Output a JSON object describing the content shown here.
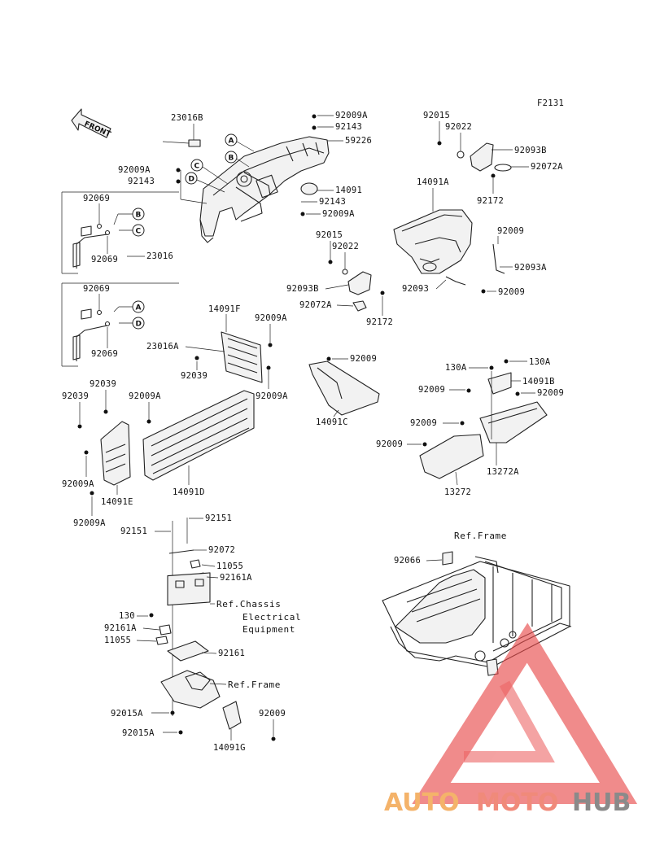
{
  "figure_code": "F2131",
  "front_label": "FRONT",
  "labels": {
    "p23016B": "23016B",
    "p92009A_t": "92009A",
    "p92143_t": "92143",
    "p59226": "59226",
    "p14091": "14091",
    "p92143_m": "92143",
    "p92009A_m": "92009A",
    "p92009A_l": "92009A",
    "p92143_l": "92143",
    "p92069_a1": "92069",
    "p92069_a2": "92069",
    "p23016": "23016",
    "p92069_b1": "92069",
    "p92069_b2": "92069",
    "p92015_r": "92015",
    "p92022_r": "92022",
    "p92093B_r": "92093B",
    "p92072A_r": "92072A",
    "p92172_r": "92172",
    "p14091A": "14091A",
    "p92009_r1": "92009",
    "p92093A": "92093A",
    "p92093": "92093",
    "p92009_r2": "92009",
    "p92015_c": "92015",
    "p92022_c": "92022",
    "p92093B_c": "92093B",
    "p92072A_c": "92072A",
    "p92172_c": "92172",
    "p14091F": "14091F",
    "p92009A_f": "92009A",
    "p23016A": "23016A",
    "p92039_a": "92039",
    "p92009A_d": "92009A",
    "p92039_b": "92039",
    "p92039_c": "92039",
    "p92009A_e": "92009A",
    "p14091D": "14091D",
    "p92009A_g": "92009A",
    "p14091E": "14091E",
    "p92009A_h": "92009A",
    "p92009_cc": "92009",
    "p14091C": "14091C",
    "p130A_a": "130A",
    "p130A_b": "130A",
    "p14091B": "14091B",
    "p92009_s1": "92009",
    "p92009_s2": "92009",
    "p92009_s3": "92009",
    "p92009_s4": "92009",
    "p13272A": "13272A",
    "p13272": "13272",
    "p92151_a": "92151",
    "p92151_b": "92151",
    "p92072": "92072",
    "p11055_a": "11055",
    "p92161A_a": "92161A",
    "p130": "130",
    "p92161A_b": "92161A",
    "p11055_b": "11055",
    "p92161": "92161",
    "p92015A_a": "92015A",
    "p92015A_b": "92015A",
    "p92009_bt": "92009",
    "p14091G": "14091G",
    "p92066": "92066"
  },
  "refs": {
    "ref_frame_top": "Ref.Frame",
    "ref_chassis_1": "Ref.Chassis",
    "ref_chassis_2": "Electrical",
    "ref_chassis_3": "Equipment",
    "ref_frame_bottom": "Ref.Frame"
  },
  "callouts": {
    "A": "A",
    "B": "B",
    "C": "C",
    "D": "D"
  },
  "watermark": {
    "part1": "AUTO",
    "part2": "MOTO",
    "part3": "HUB"
  },
  "colors": {
    "line": "#222222",
    "watermark_triangle": "#e84a4a",
    "watermark_auto": "#f4b36a",
    "watermark_moto": "#f08a7a",
    "watermark_hub": "#8a8a8a"
  }
}
